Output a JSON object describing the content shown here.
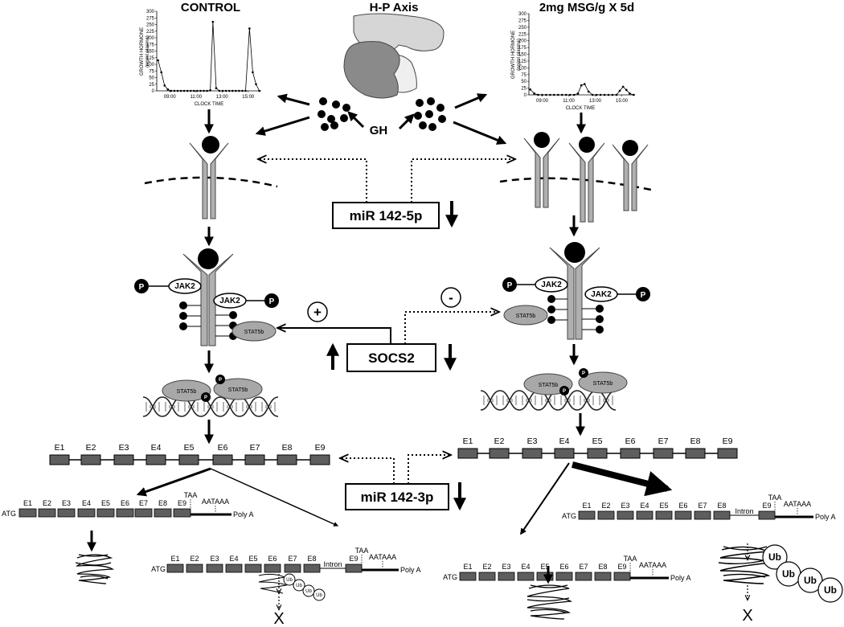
{
  "titles": {
    "control": "CONTROL",
    "hp_axis": "H-P Axis",
    "msg": "2mg MSG/g X 5d"
  },
  "left_plot": {
    "ylabel_line1": "GROWTH HORMONE",
    "ylabel_line2": "(ng/ml plasma)",
    "xlabel": "CLOCK TIME",
    "yticks": [
      "0",
      "25",
      "50",
      "75",
      "100",
      "125",
      "150",
      "175",
      "200",
      "225",
      "250",
      "275",
      "300"
    ],
    "xticks": [
      "09:00",
      "11:00",
      "13:00",
      "15:00"
    ],
    "points": [
      [
        8.1,
        115
      ],
      [
        8.35,
        70
      ],
      [
        8.6,
        20
      ],
      [
        8.85,
        5
      ],
      [
        9.1,
        0
      ],
      [
        9.35,
        0
      ],
      [
        9.6,
        0
      ],
      [
        9.85,
        0
      ],
      [
        10.1,
        0
      ],
      [
        10.35,
        0
      ],
      [
        10.6,
        0
      ],
      [
        10.85,
        0
      ],
      [
        11.1,
        0
      ],
      [
        11.35,
        0
      ],
      [
        11.6,
        0
      ],
      [
        11.85,
        0
      ],
      [
        12.1,
        2
      ],
      [
        12.3,
        260
      ],
      [
        12.55,
        10
      ],
      [
        12.8,
        0
      ],
      [
        13.05,
        0
      ],
      [
        13.3,
        0
      ],
      [
        13.55,
        0
      ],
      [
        13.8,
        0
      ],
      [
        14.05,
        0
      ],
      [
        14.3,
        0
      ],
      [
        14.55,
        0
      ],
      [
        14.8,
        0
      ],
      [
        15.1,
        235
      ],
      [
        15.35,
        70
      ],
      [
        15.6,
        25
      ],
      [
        15.85,
        0
      ]
    ]
  },
  "right_plot": {
    "ylabel_line1": "GROWTH HORMONE",
    "ylabel_line2": "(ng/ml plasma)",
    "xlabel": "CLOCK TIME",
    "yticks": [
      "0",
      "25",
      "50",
      "75",
      "100",
      "125",
      "150",
      "175",
      "200",
      "225",
      "250",
      "275",
      "300"
    ],
    "xticks": [
      "09:00",
      "11:00",
      "13:00",
      "15:00"
    ],
    "points": [
      [
        8.1,
        20
      ],
      [
        8.4,
        5
      ],
      [
        8.7,
        0
      ],
      [
        9.0,
        0
      ],
      [
        9.3,
        0
      ],
      [
        9.6,
        0
      ],
      [
        9.9,
        0
      ],
      [
        10.2,
        0
      ],
      [
        10.5,
        0
      ],
      [
        10.8,
        0
      ],
      [
        11.1,
        0
      ],
      [
        11.4,
        0
      ],
      [
        11.7,
        5
      ],
      [
        11.95,
        35
      ],
      [
        12.2,
        40
      ],
      [
        12.5,
        12
      ],
      [
        12.8,
        0
      ],
      [
        13.1,
        0
      ],
      [
        13.4,
        0
      ],
      [
        13.7,
        0
      ],
      [
        14.0,
        0
      ],
      [
        14.3,
        0
      ],
      [
        14.6,
        0
      ],
      [
        14.85,
        15
      ],
      [
        15.1,
        30
      ],
      [
        15.35,
        18
      ],
      [
        15.6,
        5
      ],
      [
        15.9,
        0
      ]
    ]
  },
  "gh_label": "GH",
  "mir_top": "miR 142-5p",
  "socs2": "SOCS2",
  "mir_bottom": "miR 142-3p",
  "plus_sign": "+",
  "minus_sign": "-",
  "jak2": "JAK2",
  "stat5b": "STAT5b",
  "p_label": "P",
  "ub_label": "Ub",
  "x_mark": "X",
  "exons": [
    "E1",
    "E2",
    "E3",
    "E4",
    "E5",
    "E6",
    "E7",
    "E8",
    "E9"
  ],
  "atg": "ATG",
  "taa": "TAA",
  "polya_signal": "AATAAA",
  "polya": "Poly A",
  "intron": "Intron"
}
